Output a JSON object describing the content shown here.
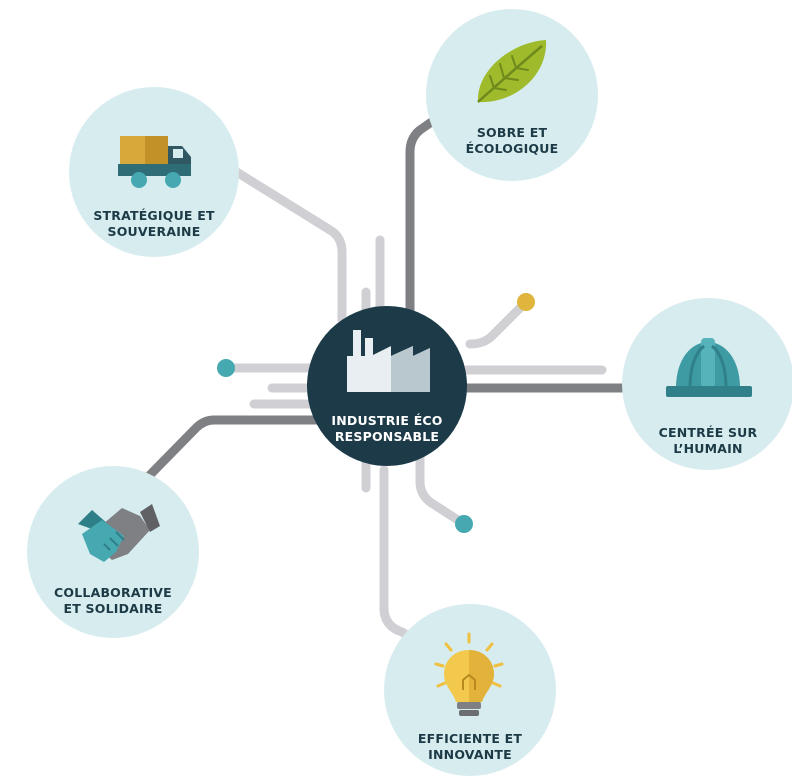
{
  "hub": {
    "label_line1": "INDUSTRIE ÉCO",
    "label_line2": "RESPONSABLE",
    "icon": "factory-icon"
  },
  "nodes": [
    {
      "id": "strategique",
      "line1": "STRATÉGIQUE ET",
      "line2": "SOUVERAINE",
      "icon": "truck-icon"
    },
    {
      "id": "sobre",
      "line1": "SOBRE ET",
      "line2": "ÉCOLOGIQUE",
      "icon": "leaf-icon"
    },
    {
      "id": "humain",
      "line1": "CENTRÉE SUR",
      "line2": "L’HUMAIN",
      "icon": "hard-hat-icon"
    },
    {
      "id": "innovante",
      "line1": "EFFICIENTE ET",
      "line2": "INNOVANTE",
      "icon": "lightbulb-icon"
    },
    {
      "id": "solidaire",
      "line1": "COLLABORATIVE",
      "line2": "ET SOLIDAIRE",
      "icon": "handshake-icon"
    }
  ],
  "colors": {
    "hub": "#1c3a48",
    "bubble": "#d6ecee",
    "connector_dark": "#7d7f83",
    "connector_light": "#cfcfd3",
    "dot_olive": "#a3b428",
    "dot_teal": "#46a9b1",
    "dot_yellow": "#e0b53e",
    "label": "#1d3a47"
  }
}
